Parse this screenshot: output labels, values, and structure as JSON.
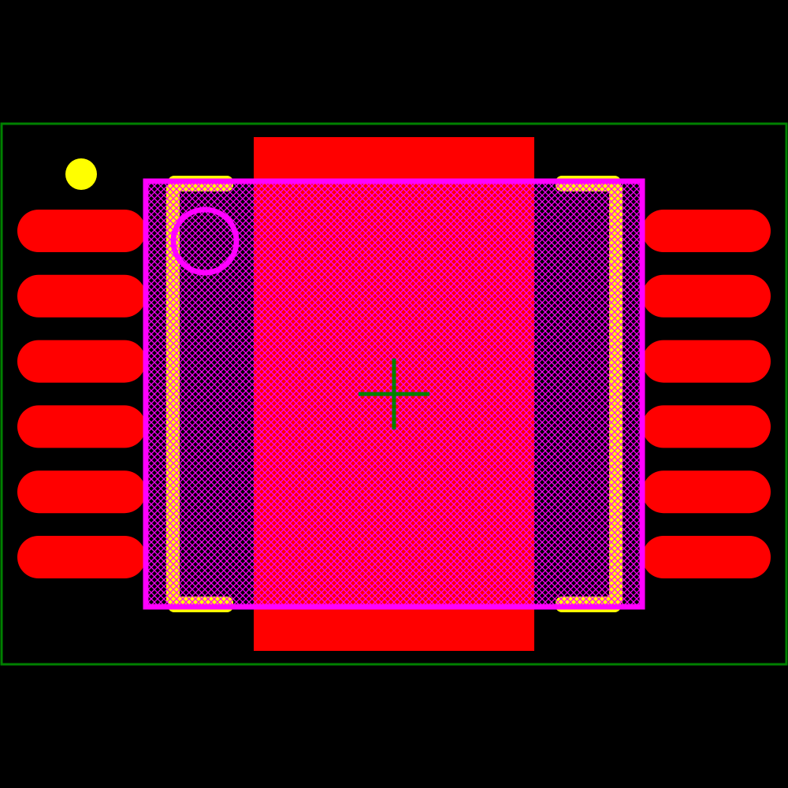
{
  "colors": {
    "background": "#000000",
    "copper": "#ff0000",
    "silkscreen": "#ff00ff",
    "courtyard": "#008000",
    "marker": "#ffff00"
  },
  "footprint": {
    "pins_per_side": 6,
    "sides": 2,
    "pin1_marker": "yellow-dot",
    "thermal_pad": true
  }
}
